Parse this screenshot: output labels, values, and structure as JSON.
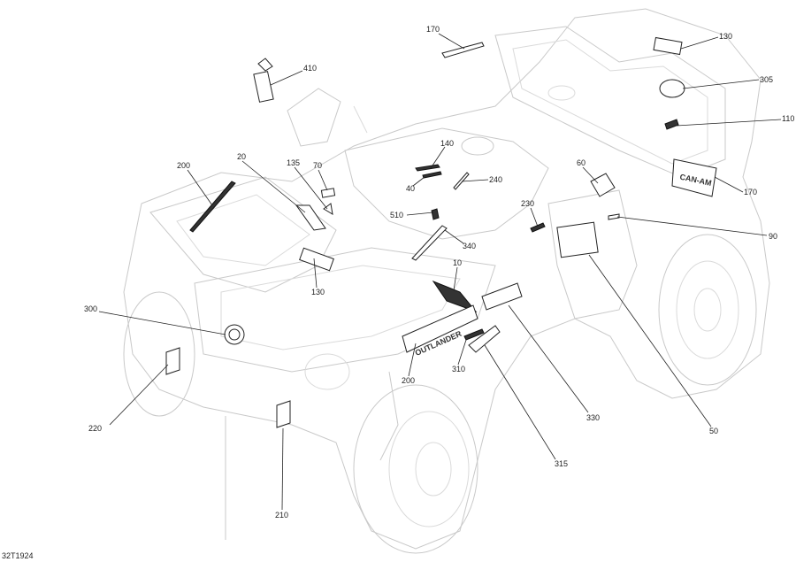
{
  "diagram": {
    "drawing_number": "32T1924",
    "callouts": [
      {
        "id": "c170a",
        "label": "170"
      },
      {
        "id": "c130a",
        "label": "130"
      },
      {
        "id": "c410",
        "label": "410"
      },
      {
        "id": "c305",
        "label": "305"
      },
      {
        "id": "c110",
        "label": "110"
      },
      {
        "id": "c140",
        "label": "140"
      },
      {
        "id": "c20",
        "label": "20"
      },
      {
        "id": "c135",
        "label": "135"
      },
      {
        "id": "c70",
        "label": "70"
      },
      {
        "id": "c200a",
        "label": "200"
      },
      {
        "id": "c40",
        "label": "40"
      },
      {
        "id": "c240",
        "label": "240"
      },
      {
        "id": "c60",
        "label": "60"
      },
      {
        "id": "c170b",
        "label": "170"
      },
      {
        "id": "c510",
        "label": "510"
      },
      {
        "id": "c230",
        "label": "230"
      },
      {
        "id": "c90",
        "label": "90"
      },
      {
        "id": "c340",
        "label": "340"
      },
      {
        "id": "c130b",
        "label": "130"
      },
      {
        "id": "c10",
        "label": "10"
      },
      {
        "id": "c300",
        "label": "300"
      },
      {
        "id": "c200b",
        "label": "200"
      },
      {
        "id": "c310",
        "label": "310"
      },
      {
        "id": "c330",
        "label": "330"
      },
      {
        "id": "c50",
        "label": "50"
      },
      {
        "id": "c220",
        "label": "220"
      },
      {
        "id": "c315",
        "label": "315"
      },
      {
        "id": "c210",
        "label": "210"
      }
    ],
    "decal_text": {
      "side_logo": "OUTLANDER",
      "fender_logo": "CAN-AM"
    }
  }
}
